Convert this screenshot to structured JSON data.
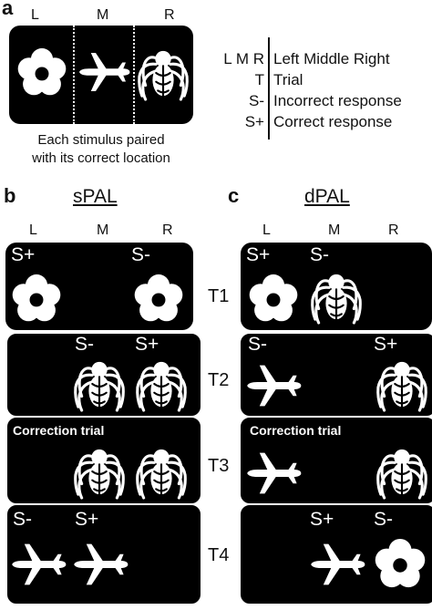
{
  "panel_a": {
    "letter": "a",
    "cols": [
      "L",
      "M",
      "R"
    ],
    "caption_line1": "Each stimulus paired",
    "caption_line2": "with its correct location"
  },
  "legend": {
    "rows": [
      {
        "key": "L M R",
        "desc": "Left Middle Right"
      },
      {
        "key": "T",
        "desc": "Trial"
      },
      {
        "key": "S-",
        "desc": "Incorrect response"
      },
      {
        "key": "S+",
        "desc": "Correct response"
      }
    ]
  },
  "panel_b": {
    "letter": "b",
    "title": "sPAL",
    "cols": [
      "L",
      "M",
      "R"
    ]
  },
  "panel_c": {
    "letter": "c",
    "title": "dPAL",
    "cols": [
      "L",
      "M",
      "R"
    ]
  },
  "trials": [
    "T1",
    "T2",
    "T3",
    "T4"
  ],
  "labels": {
    "s_plus": "S+",
    "s_minus": "S-",
    "correction": "Correction trial"
  },
  "icons": {
    "flower": "flower-icon",
    "airplane": "airplane-icon",
    "spider": "spider-icon"
  }
}
